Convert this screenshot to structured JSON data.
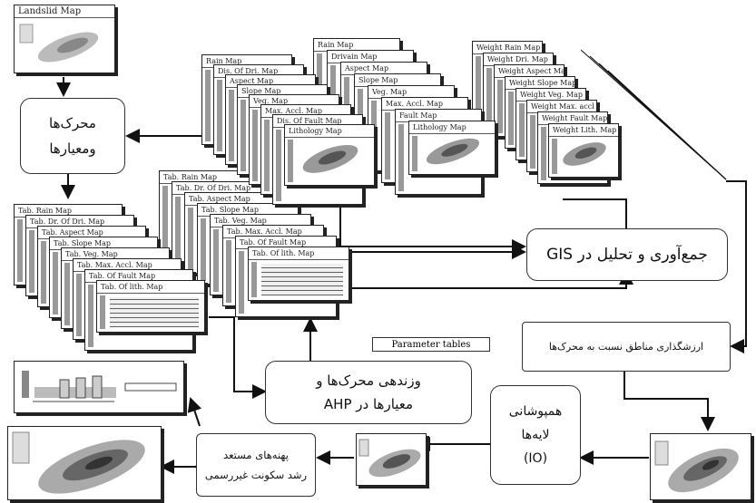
{
  "landslide_map_title": "Landslid  Map",
  "boxes": {
    "criteria": [
      "محرک‌ها",
      "ومعیارها"
    ],
    "gis": "جمع‌آوری و تحلیل در GIS",
    "weighting": [
      "وزندهی محرک‌ها و",
      "معیارها در AHP"
    ],
    "overlay": [
      "همپوشانی",
      "لایه‌ها",
      "(IO)"
    ],
    "zoning": "ارزشگذاری مناطق نسبت به محرک‌ها",
    "susceptible": [
      "پهنه‌های مستعد",
      "رشد سکونت غیررسمی"
    ]
  },
  "parameter_tables_label": "Parameter tables",
  "map_stack_1": [
    "Rain Map",
    "Dis. Of Dri. Map",
    "Aspect Map",
    "Slope Map",
    "Veg. Map",
    "Max. Accl. Map",
    "Dis. Of Fault Map",
    "Lithology Map"
  ],
  "map_stack_2": [
    "Rain Map",
    "Drivain Map",
    "Aspect Map",
    "Slope Map",
    "Veg. Map",
    "Max. Accl. Map",
    "Fault Map",
    "Lithology Map"
  ],
  "weight_stack": [
    "Weight Rain Map",
    "Weight Dri. Map",
    "Weight Aspect Map",
    "Weight Slope Map",
    "Weight Veg. Map",
    "Weight Max. accl Map",
    "Weight Fault Map",
    "Weight Lith. Map"
  ],
  "table_stack_1": [
    "Tab. Rain Map",
    "Tab. Dr. Of Dri. Map",
    "Tab. Aspect Map",
    "Tab. Slope Map",
    "Tab. Veg. Map",
    "Tab. Max. Accl. Map",
    "Tab. Of Fault Map",
    "Tab. Of lith. Map"
  ],
  "table_stack_2": [
    "Tab. Rain Map",
    "Tab. Dr. Of Dri. Map",
    "Tab. Aspect Map",
    "Tab. Slope Map",
    "Tab. Veg. Map",
    "Tab. Max. Accl. Map",
    "Tab. Of Fault Map",
    "Tab. Of lith. Map"
  ],
  "colors": {
    "line": "#222222",
    "map_fill": "#8a8a8a"
  }
}
